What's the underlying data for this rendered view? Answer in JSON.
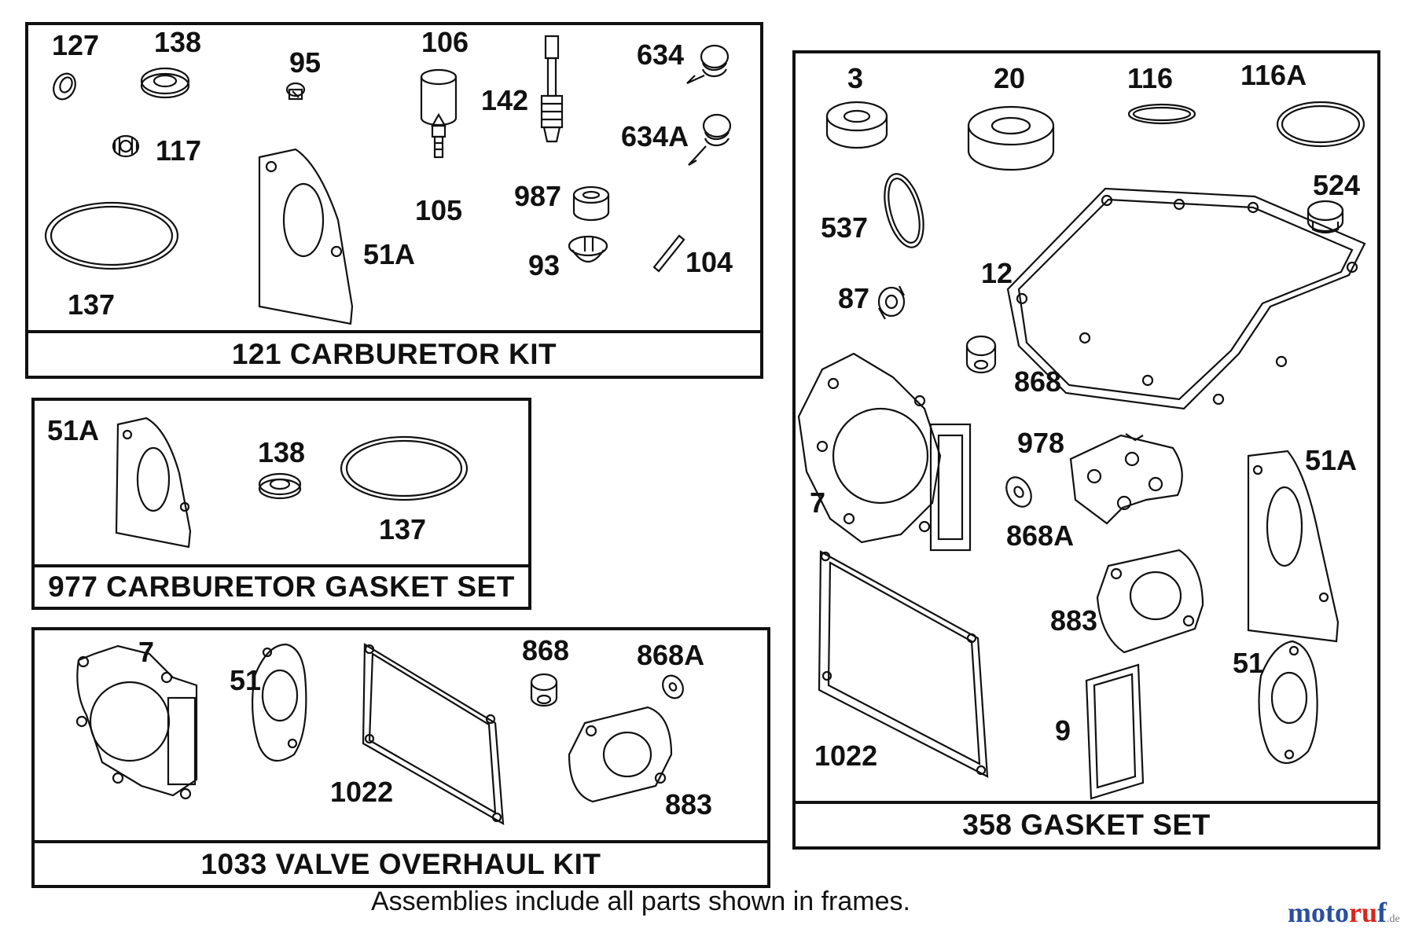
{
  "kits": {
    "carb_kit": {
      "title": "121 CARBURETOR KIT",
      "labels": [
        "127",
        "138",
        "95",
        "106",
        "142",
        "634",
        "634A",
        "117",
        "105",
        "987",
        "51A",
        "93",
        "104",
        "137"
      ]
    },
    "carb_gasket_set": {
      "title": "977 CARBURETOR GASKET SET",
      "labels": [
        "51A",
        "138",
        "137"
      ]
    },
    "valve_kit": {
      "title": "1033 VALVE OVERHAUL KIT",
      "labels": [
        "7",
        "51",
        "868",
        "868A",
        "1022",
        "883"
      ]
    },
    "gasket_set": {
      "title": "358 GASKET SET",
      "labels": [
        "3",
        "20",
        "116",
        "116A",
        "524",
        "537",
        "12",
        "87",
        "868",
        "978",
        "7",
        "51A",
        "868A",
        "883",
        "51",
        "9",
        "1022"
      ]
    }
  },
  "footer_note": "Assemblies include all parts shown in frames.",
  "brand": {
    "part1": "moto",
    "part2": "ru",
    "part3": "f",
    "suffix": ".de"
  }
}
